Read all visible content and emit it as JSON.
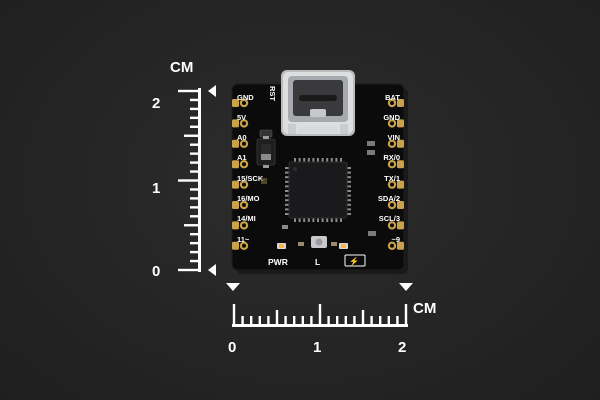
{
  "scale_vertical": {
    "unit": "CM",
    "labels": [
      "2",
      "1",
      "0"
    ]
  },
  "scale_horizontal": {
    "unit": "CM",
    "labels": [
      "0",
      "1",
      "2"
    ]
  },
  "board": {
    "left_pins": [
      "GND",
      "5V",
      "A0",
      "A1",
      "15/SCK",
      "16/MO",
      "14/MI",
      "11~"
    ],
    "right_pins": [
      "BAT",
      "GND",
      "VIN",
      "RX/0",
      "TX/1",
      "SDA/2",
      "SCL/3",
      "~9"
    ],
    "reset_label": "RST",
    "power_led_label": "PWR",
    "user_led_label": "L",
    "charge_led_symbol": "⚡"
  },
  "colors": {
    "background": "#242424",
    "pcb": "#0b0b0b",
    "gold_pad": "#c9a24a",
    "ruler": "#ffffff"
  }
}
